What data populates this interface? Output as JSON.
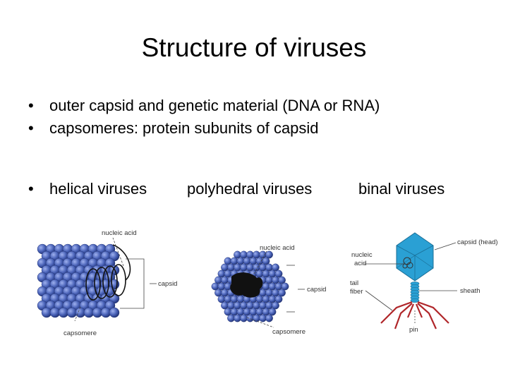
{
  "slide": {
    "title": "Structure of viruses",
    "bullets": [
      "outer capsid and genetic material (DNA or RNA)",
      "capsomeres: protein subunits of capsid"
    ],
    "types": [
      "helical viruses",
      "polyhedral viruses",
      "binal viruses"
    ]
  },
  "figures": {
    "helical": {
      "labels": {
        "nucleic_acid": "nucleic acid",
        "capsid": "capsid",
        "capsomere": "capsomere"
      }
    },
    "polyhedral": {
      "labels": {
        "nucleic_acid": "nucleic acid",
        "capsid": "capsid",
        "capsomere": "capsomere"
      }
    },
    "binal": {
      "labels": {
        "capsid_head": "capsid (head)",
        "nucleic_acid_1": "nucleic",
        "nucleic_acid_2": "acid",
        "tail_fiber_1": "tail",
        "tail_fiber_2": "fiber",
        "sheath": "sheath",
        "pin": "pin"
      }
    }
  },
  "colors": {
    "capsomere_fill": "#4a63b8",
    "capsomere_dark": "#2b3f8a",
    "binal_head": "#2aa0d4",
    "tail_fibers": "#b0262a"
  }
}
